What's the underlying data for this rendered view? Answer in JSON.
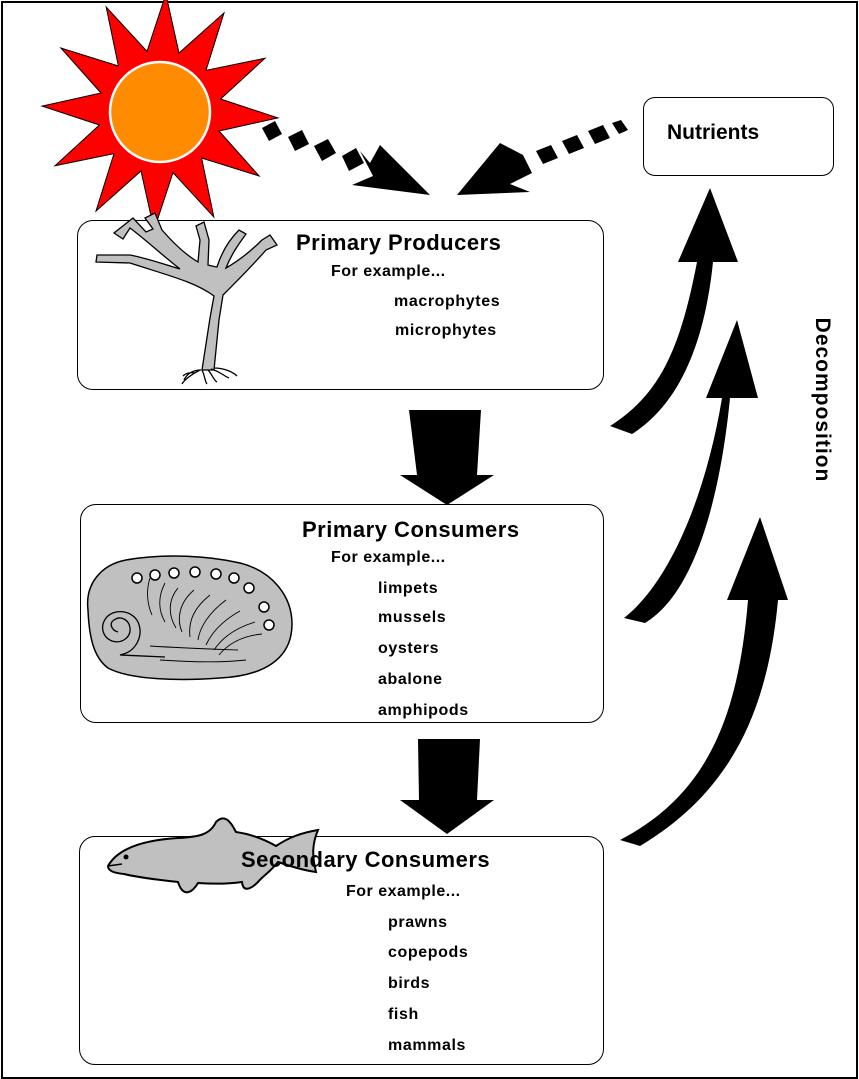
{
  "nutrients": {
    "label": "Nutrients"
  },
  "decomposition": {
    "label": "Decomposition"
  },
  "primary_producers": {
    "title": "Primary Producers",
    "subtitle": "For example...",
    "items": [
      "macrophytes",
      "microphytes"
    ]
  },
  "primary_consumers": {
    "title": "Primary Consumers",
    "subtitle": "For example...",
    "items": [
      "limpets",
      "mussels",
      "oysters",
      "abalone",
      "amphipods"
    ]
  },
  "secondary_consumers": {
    "title": "Secondary Consumers",
    "subtitle": "For example...",
    "items": [
      "prawns",
      "copepods",
      "birds",
      "fish",
      "mammals"
    ]
  },
  "colors": {
    "sun_rays": "#ff0000",
    "sun_disc": "#ff8c00",
    "organism_fill": "#c0c0c0",
    "arrow": "#000000"
  },
  "icons": [
    "sun-icon",
    "seaweed-icon",
    "abalone-shell-icon",
    "fish-icon"
  ]
}
